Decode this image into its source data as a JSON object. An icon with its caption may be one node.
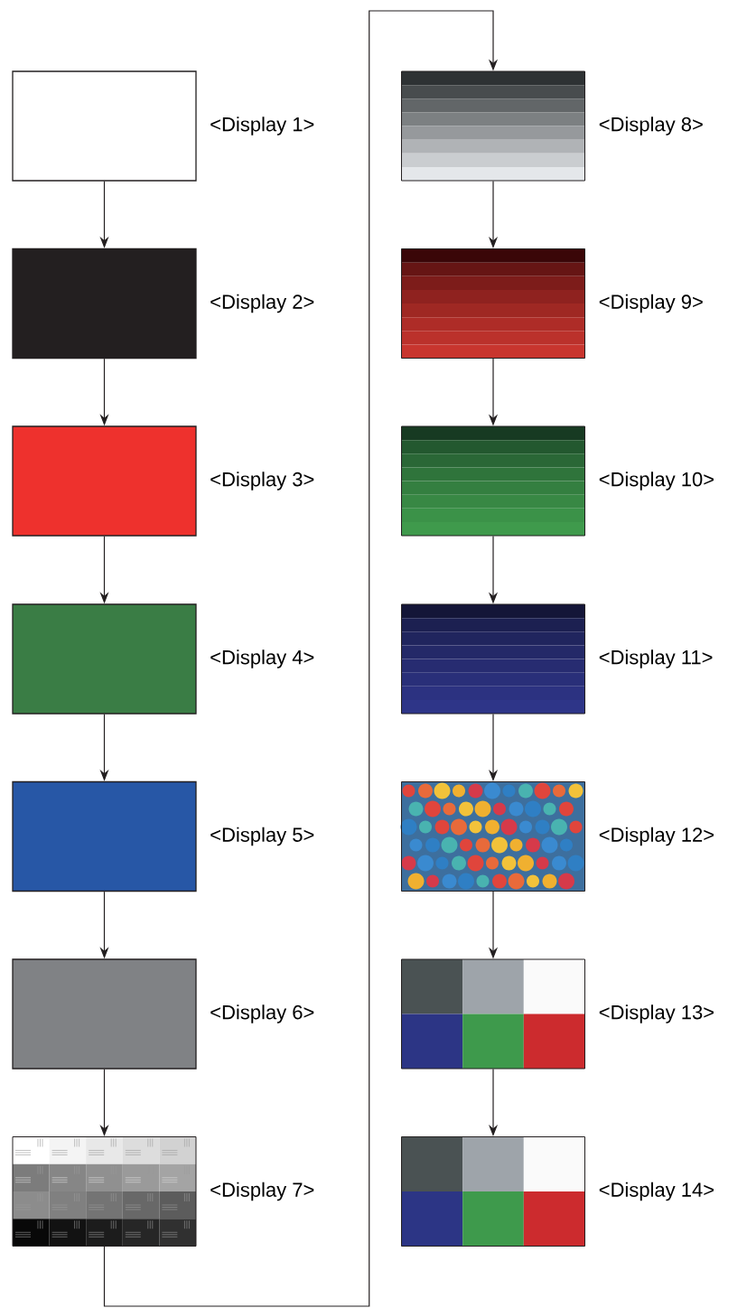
{
  "diagram": {
    "nodes": [
      {
        "text": [],
        "shape": "box",
        "beside": [
          "<Display 1>"
        ]
      },
      {
        "text": [],
        "shape": "box",
        "beside": [
          "<Display 2>"
        ]
      },
      {
        "text": [],
        "shape": "box",
        "beside": [
          "<Display 3>"
        ]
      },
      {
        "text": [],
        "shape": "box",
        "beside": [
          "<Display 4>"
        ]
      },
      {
        "text": [],
        "shape": "box",
        "beside": [
          "<Display 5>"
        ]
      },
      {
        "text": [],
        "shape": "box",
        "beside": [
          "<Display 6>"
        ]
      },
      {
        "text": [],
        "shape": "picture",
        "beside": [
          "<Display 7>"
        ]
      },
      {
        "text": [],
        "shape": "picture",
        "beside": [
          "<Display 8>"
        ]
      },
      {
        "text": [],
        "shape": "picture",
        "beside": [
          "<Display 9>"
        ]
      },
      {
        "text": [],
        "shape": "picture",
        "beside": [
          "<Display 10>"
        ]
      },
      {
        "text": [],
        "shape": "picture",
        "beside": [
          "<Display 11>"
        ]
      },
      {
        "text": [],
        "shape": "picture",
        "beside": [
          "<Display 12>"
        ]
      },
      {
        "text": [],
        "shape": "picture",
        "beside": [
          "<Display 13>"
        ]
      },
      {
        "text": [],
        "shape": "picture",
        "beside": [
          "<Display 14>"
        ]
      }
    ],
    "edges": [
      {
        "from": 0,
        "to": 1,
        "arrow": "to"
      },
      {
        "from": 1,
        "to": 2,
        "arrow": "to"
      },
      {
        "from": 2,
        "to": 3,
        "arrow": "to"
      },
      {
        "from": 3,
        "to": 4,
        "arrow": "to"
      },
      {
        "from": 4,
        "to": 5,
        "arrow": "to"
      },
      {
        "from": 5,
        "to": 6,
        "arrow": "to"
      },
      {
        "from": 6,
        "to": 7,
        "arrow": "to"
      },
      {
        "from": 7,
        "to": 8,
        "arrow": "to"
      },
      {
        "from": 8,
        "to": 9,
        "arrow": "to"
      },
      {
        "from": 9,
        "to": 10,
        "arrow": "to"
      },
      {
        "from": 10,
        "to": 11,
        "arrow": "to"
      },
      {
        "from": 11,
        "to": 12,
        "arrow": "to"
      },
      {
        "from": 12,
        "to": 13,
        "arrow": "to"
      }
    ]
  }
}
